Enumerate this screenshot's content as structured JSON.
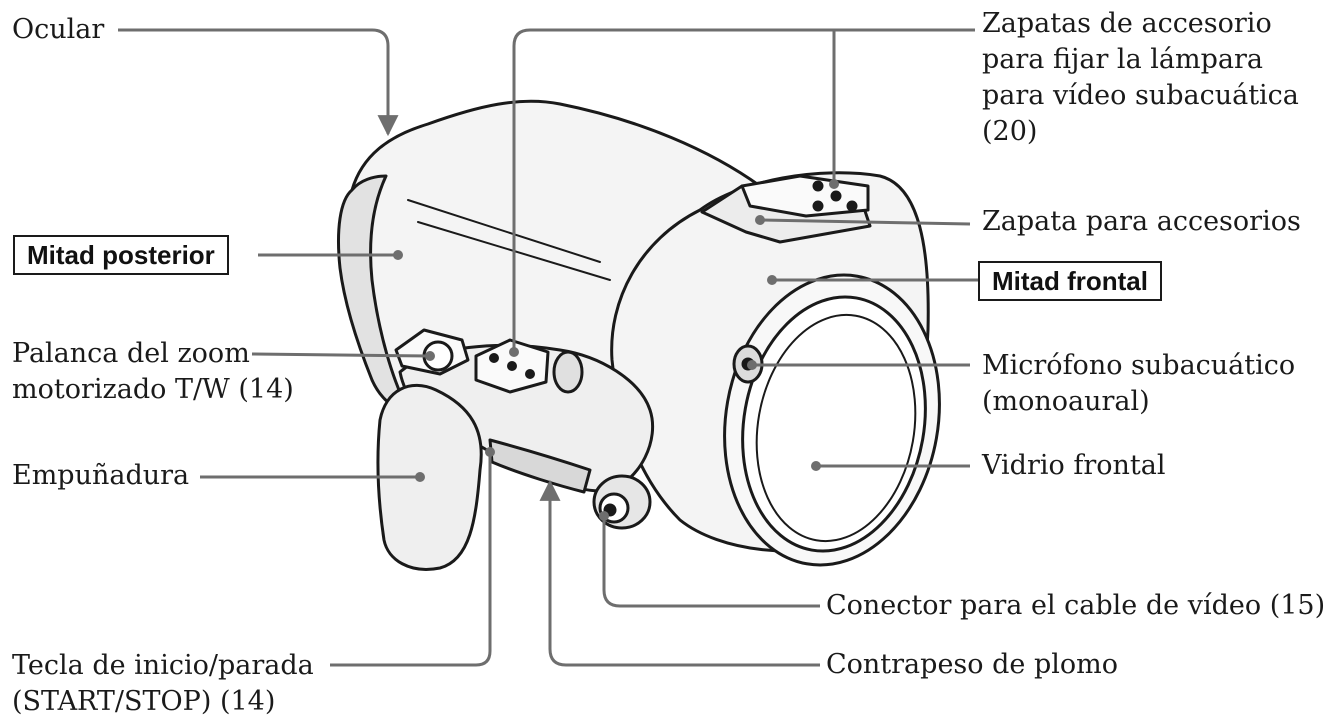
{
  "labels": {
    "ocular": "Ocular",
    "zapatas_accesorio": [
      "Zapatas de accesorio",
      "para fijar la lámpara",
      "para vídeo subacuática",
      "(20)"
    ],
    "zapata_accesorios": "Zapata para accesorios",
    "mitad_posterior": "Mitad posterior",
    "mitad_frontal": "Mitad frontal",
    "palanca_zoom": [
      "Palanca del zoom",
      "motorizado T/W (14)"
    ],
    "microfono": [
      "Micrófono subacuático",
      "(monoaural)"
    ],
    "empunadura": "Empuñadura",
    "vidrio_frontal": "Vidrio frontal",
    "conector_cable": "Conector para el cable de vídeo (15)",
    "tecla_inicio": [
      "Tecla de inicio/parada",
      "(START/STOP) (14)"
    ],
    "contrapeso": "Contrapeso de plomo"
  },
  "colors": {
    "ink": "#1a1a1a",
    "leader": "#6e6e6e",
    "body_fill": "#f4f4f4"
  }
}
